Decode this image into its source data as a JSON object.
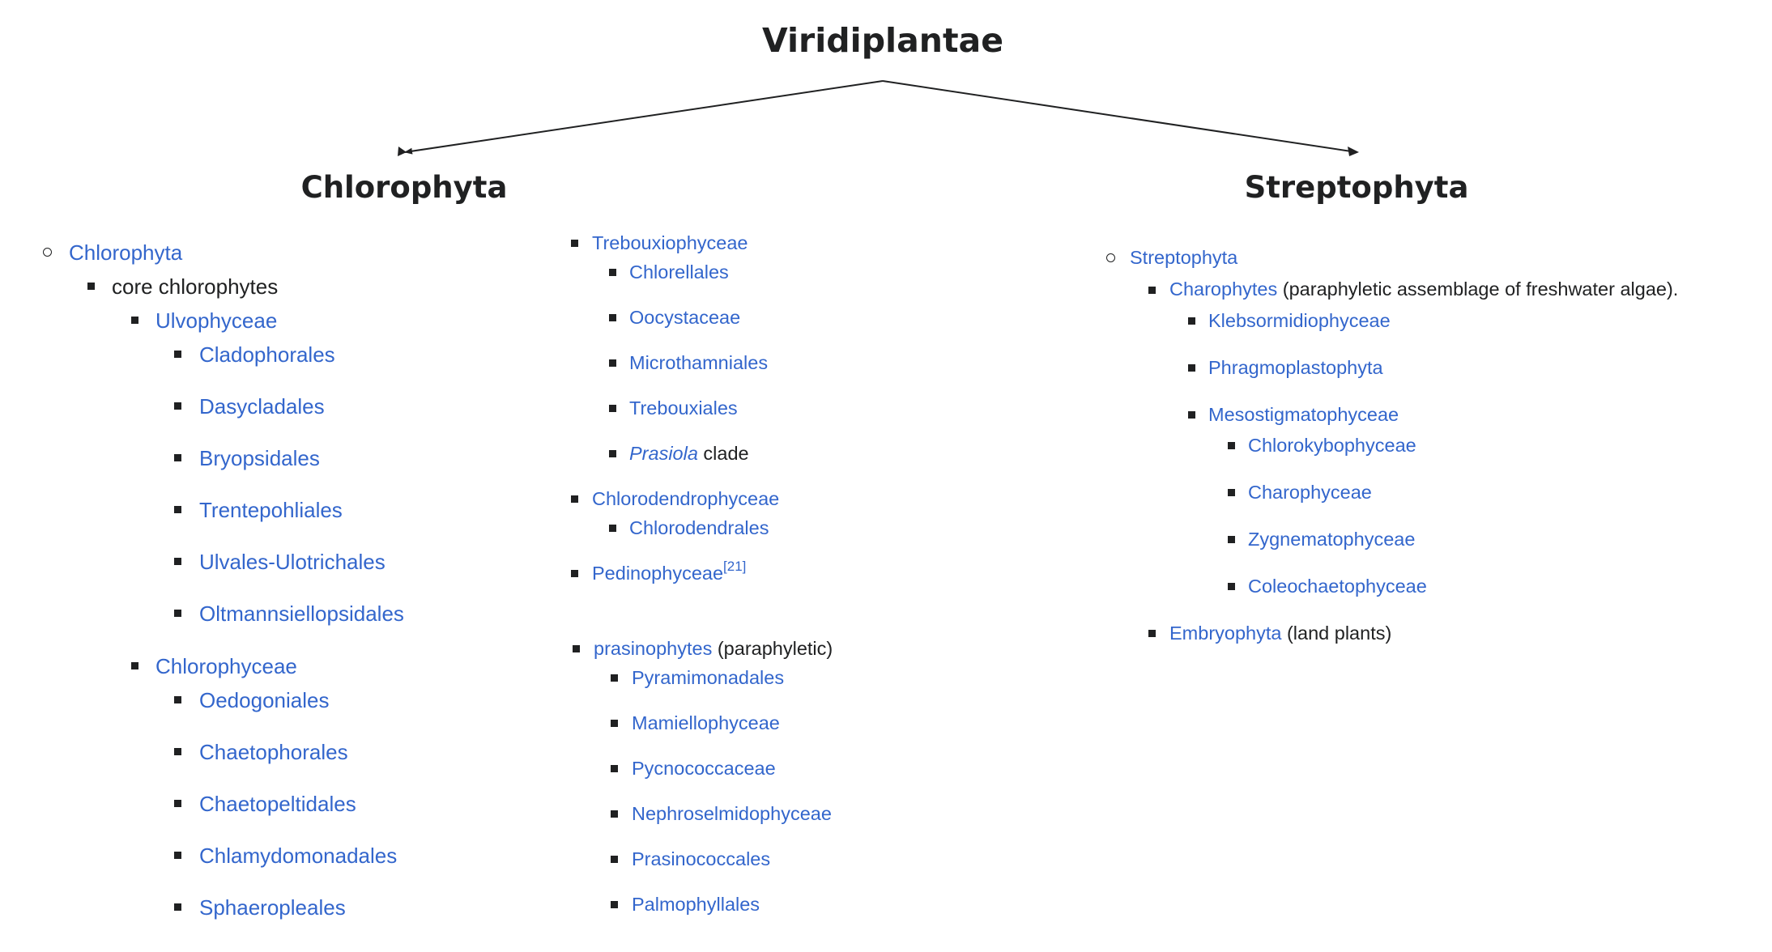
{
  "title": "Viridiplantae",
  "branches": {
    "left": "Chlorophyta",
    "right": "Streptophyta"
  },
  "chlorophyta_col1": {
    "root": "Chlorophyta",
    "core": "core chlorophytes",
    "ulvophyceae": {
      "label": "Ulvophyceae",
      "orders": [
        "Cladophorales",
        "Dasycladales",
        "Bryopsidales",
        "Trentepohliales",
        "Ulvales-Ulotrichales",
        "Oltmannsiellopsidales"
      ]
    },
    "chlorophyceae": {
      "label": "Chlorophyceae",
      "orders": [
        "Oedogoniales",
        "Chaetophorales",
        "Chaetopeltidales",
        "Chlamydomonadales",
        "Sphaeropleales"
      ]
    }
  },
  "chlorophyta_col2": {
    "trebouxiophyceae": {
      "label": "Trebouxiophyceae",
      "children": [
        "Chlorellales",
        "Oocystaceae",
        "Microthamniales",
        "Trebouxiales"
      ],
      "prasiola_italic": "Prasiola",
      "prasiola_rest": " clade"
    },
    "chlorodendrophyceae": {
      "label": "Chlorodendrophyceae",
      "children": [
        "Chlorodendrales"
      ]
    },
    "pedinophyceae": {
      "label": "Pedinophyceae",
      "ref": "[21]"
    },
    "prasinophytes": {
      "label": "prasinophytes",
      "note": " (paraphyletic)",
      "children": [
        "Pyramimonadales",
        "Mamiellophyceae",
        "Pycnococcaceae",
        "Nephroselmidophyceae",
        "Prasinococcales",
        "Palmophyllales"
      ]
    }
  },
  "streptophyta_col": {
    "root": "Streptophyta",
    "charophytes": {
      "label": "Charophytes",
      "note": " (paraphyletic assemblage of freshwater algae).",
      "children": [
        "Klebsormidiophyceae",
        "Phragmoplastophyta",
        "Mesostigmatophyceae"
      ],
      "sub": [
        "Chlorokybophyceae",
        "Charophyceae",
        "Zygnematophyceae",
        "Coleochaetophyceae"
      ]
    },
    "embryophyta": {
      "label": "Embryophyta",
      "note": " (land plants)"
    }
  },
  "colors": {
    "link": "#3366cc",
    "text": "#202122"
  }
}
